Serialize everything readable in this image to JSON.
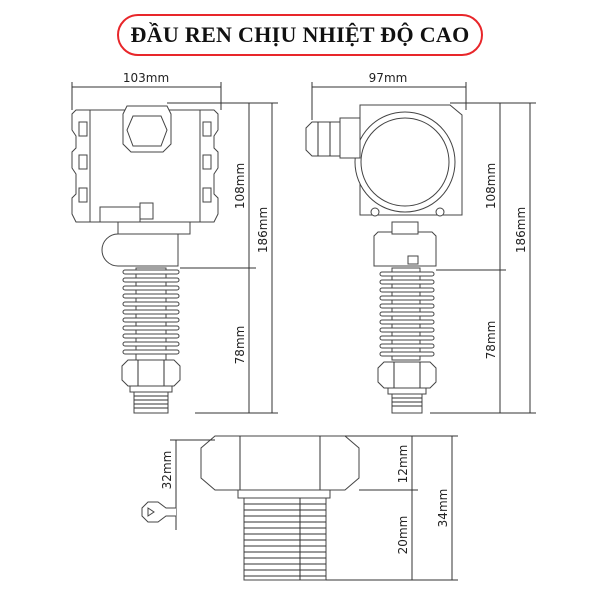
{
  "title": "ĐẦU REN CHỊU NHIỆT ĐỘ CAO",
  "colors": {
    "title_border": "#e8262a",
    "line": "#333333"
  },
  "front_view": {
    "width": "103mm",
    "housing_height": "108mm",
    "total_height": "186mm",
    "stem_height": "78mm"
  },
  "side_view": {
    "width": "97mm",
    "housing_height": "108mm",
    "total_height": "186mm",
    "stem_height": "78mm"
  },
  "fitting_detail": {
    "hex_size": "32mm",
    "hex_height": "12mm",
    "thread_length": "20mm",
    "total_length": "34mm"
  }
}
